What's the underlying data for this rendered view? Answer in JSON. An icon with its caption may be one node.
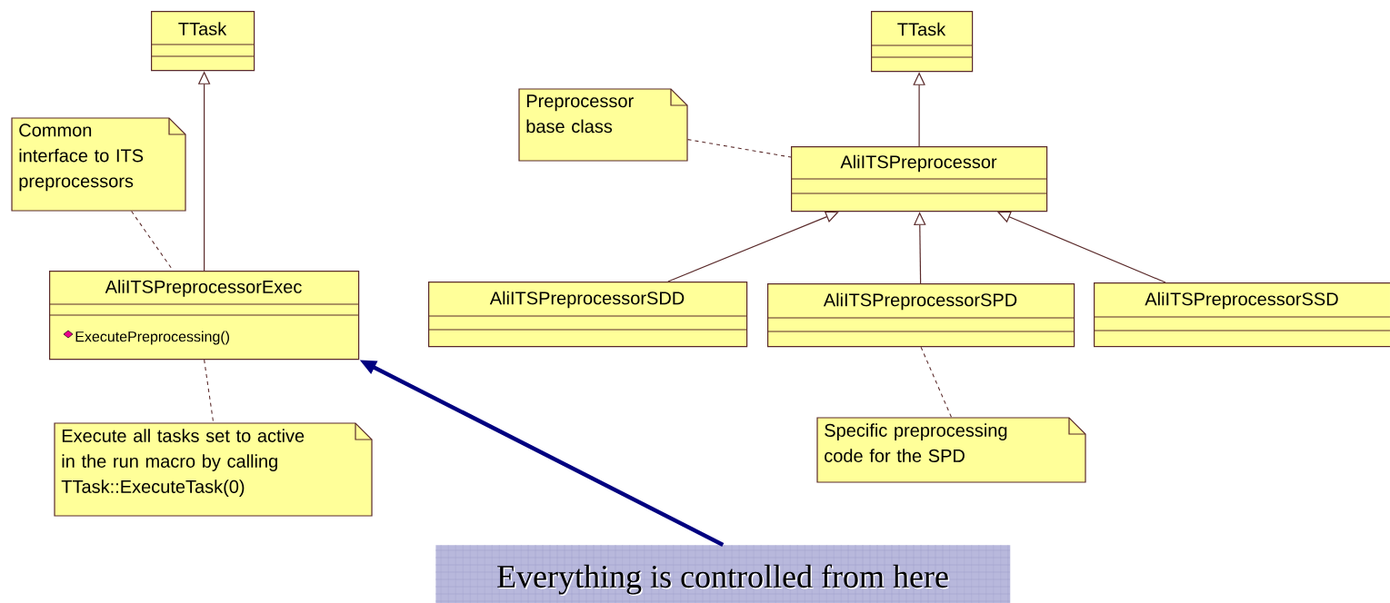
{
  "diagram": {
    "nodes": [
      {
        "text": [
          "TTask"
        ]
      },
      {
        "text": [
          "Common interface to ITS preprocessors"
        ]
      },
      {
        "text": [
          "AliITSPreprocessorExec",
          "ExecutePreprocessing()"
        ]
      },
      {
        "text": [
          "Execute all tasks set to active in the run macro by calling TTask::ExecuteTask(0)"
        ]
      },
      {
        "text": [
          "TTask"
        ]
      },
      {
        "text": [
          "Preprocessor base class"
        ]
      },
      {
        "text": [
          "AliITSPreprocessor"
        ]
      },
      {
        "text": [
          "AliITSPreprocessorSDD"
        ]
      },
      {
        "text": [
          "AliITSPreprocessorSPD"
        ]
      },
      {
        "text": [
          "AliITSPreprocessorSSD"
        ]
      },
      {
        "text": [
          "Specific preprocessing code for the SPD"
        ]
      },
      {
        "text": [
          "Everything is controlled from here"
        ]
      }
    ],
    "edges": [
      {
        "from": 2,
        "to": 0,
        "arrow": "to"
      },
      {
        "from": 1,
        "to": 2,
        "arrow": "none",
        "style": "dashed"
      },
      {
        "from": 2,
        "to": 3,
        "arrow": "none",
        "style": "dashed"
      },
      {
        "from": 6,
        "to": 4,
        "arrow": "to"
      },
      {
        "from": 5,
        "to": 6,
        "arrow": "none",
        "style": "dashed"
      },
      {
        "from": 7,
        "to": 6,
        "arrow": "to"
      },
      {
        "from": 8,
        "to": 6,
        "arrow": "to"
      },
      {
        "from": 9,
        "to": 6,
        "arrow": "to"
      },
      {
        "from": 8,
        "to": 10,
        "arrow": "none",
        "style": "dashed"
      },
      {
        "from": 11,
        "to": 2,
        "arrow": "to",
        "style": "thick",
        "color": "#000080"
      }
    ]
  }
}
